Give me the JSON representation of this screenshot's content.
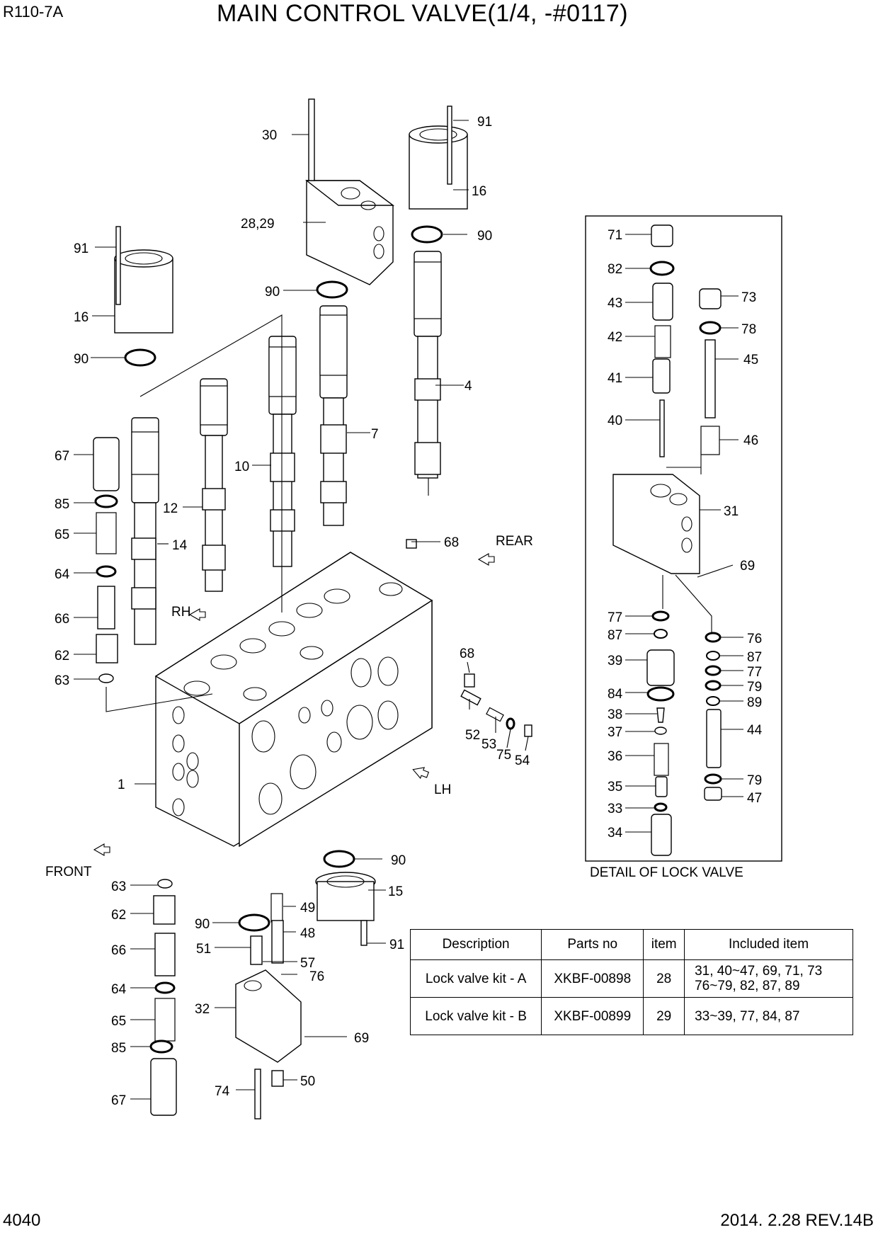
{
  "header": {
    "model": "R110-7A",
    "title": "MAIN CONTROL VALVE(1/4, -#0117)"
  },
  "footer": {
    "page_number": "4040",
    "revision": "2014. 2.28  REV.14B"
  },
  "orientation_labels": {
    "rear": "REAR",
    "rh": "RH",
    "lh": "LH",
    "front": "FRONT"
  },
  "detail_caption": "DETAIL OF LOCK VALVE",
  "callouts": {
    "c1": "1",
    "c4": "4",
    "c7": "7",
    "c10": "10",
    "c12": "12",
    "c14": "14",
    "c15": "15",
    "c16a": "16",
    "c16b": "16",
    "c28_29": "28,29",
    "c30": "30",
    "c31": "31",
    "c32": "32",
    "c33": "33",
    "c34": "34",
    "c35": "35",
    "c36": "36",
    "c37": "37",
    "c38": "38",
    "c39": "39",
    "c40": "40",
    "c41": "41",
    "c42": "42",
    "c43": "43",
    "c44": "44",
    "c45": "45",
    "c46": "46",
    "c47": "47",
    "c48": "48",
    "c49": "49",
    "c50": "50",
    "c51": "51",
    "c52": "52",
    "c53": "53",
    "c54": "54",
    "c57": "57",
    "c62a": "62",
    "c62b": "62",
    "c63a": "63",
    "c63b": "63",
    "c64a": "64",
    "c64b": "64",
    "c65a": "65",
    "c65b": "65",
    "c66a": "66",
    "c66b": "66",
    "c67a": "67",
    "c67b": "67",
    "c68a": "68",
    "c68b": "68",
    "c69a": "69",
    "c69b": "69",
    "c71": "71",
    "c73": "73",
    "c74": "74",
    "c75": "75",
    "c76a": "76",
    "c76b": "76",
    "c77a": "77",
    "c77b": "77",
    "c78": "78",
    "c79a": "79",
    "c79b": "79",
    "c82": "82",
    "c84": "84",
    "c85a": "85",
    "c85b": "85",
    "c87a": "87",
    "c87b": "87",
    "c89": "89",
    "c90a": "90",
    "c90b": "90",
    "c90c": "90",
    "c90d": "90",
    "c90e": "90",
    "c91a": "91",
    "c91b": "91",
    "c91c": "91"
  },
  "kit_table": {
    "headers": [
      "Description",
      "Parts no",
      "item",
      "Included item"
    ],
    "rows": [
      {
        "description": "Lock valve kit - A",
        "parts_no": "XKBF-00898",
        "item": "28",
        "included_1": "31, 40~47, 69, 71, 73",
        "included_2": "76~79, 82, 87, 89"
      },
      {
        "description": "Lock valve kit - B",
        "parts_no": "XKBF-00899",
        "item": "29",
        "included_1": "33~39, 77, 84, 87",
        "included_2": ""
      }
    ]
  }
}
